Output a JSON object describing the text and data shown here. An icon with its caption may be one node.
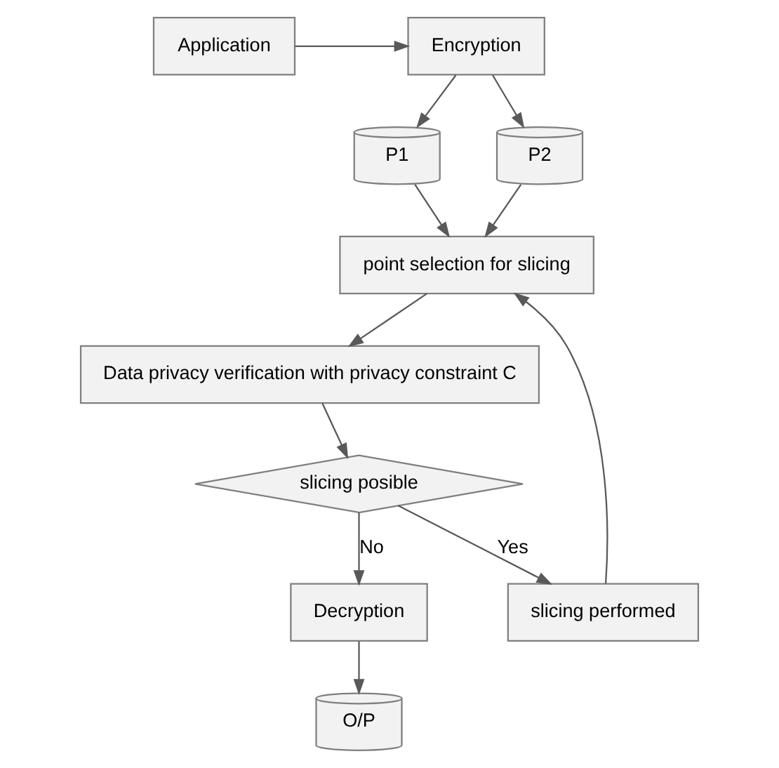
{
  "diagram": {
    "nodes": [
      {
        "text": [
          "Application"
        ]
      },
      {
        "text": [
          "Encryption"
        ]
      },
      {
        "text": [
          "P1"
        ]
      },
      {
        "text": [
          "P2"
        ]
      },
      {
        "text": [
          "point selection for slicing"
        ]
      },
      {
        "text": [
          "Data privacy verification with privacy constraint C"
        ]
      },
      {
        "text": [
          "slicing posible"
        ]
      },
      {
        "text": [
          "slicing performed"
        ]
      },
      {
        "text": [
          "Decryption"
        ]
      },
      {
        "text": [
          "O/P"
        ]
      }
    ],
    "edges": [
      {
        "from": 0,
        "to": 1,
        "arrow": "to"
      },
      {
        "from": 1,
        "to": 2,
        "arrow": "to"
      },
      {
        "from": 1,
        "to": 3,
        "arrow": "to"
      },
      {
        "from": 2,
        "to": 4,
        "arrow": "to"
      },
      {
        "from": 3,
        "to": 4,
        "arrow": "to"
      },
      {
        "from": 4,
        "to": 5,
        "arrow": "to"
      },
      {
        "from": 5,
        "to": 6,
        "arrow": "to"
      },
      {
        "from": 6,
        "to": 7,
        "arrow": "to",
        "label": "Yes"
      },
      {
        "from": 6,
        "to": 8,
        "arrow": "to",
        "label": "No"
      },
      {
        "from": 7,
        "to": 4,
        "arrow": "to"
      },
      {
        "from": 8,
        "to": 9,
        "arrow": "to"
      }
    ]
  }
}
